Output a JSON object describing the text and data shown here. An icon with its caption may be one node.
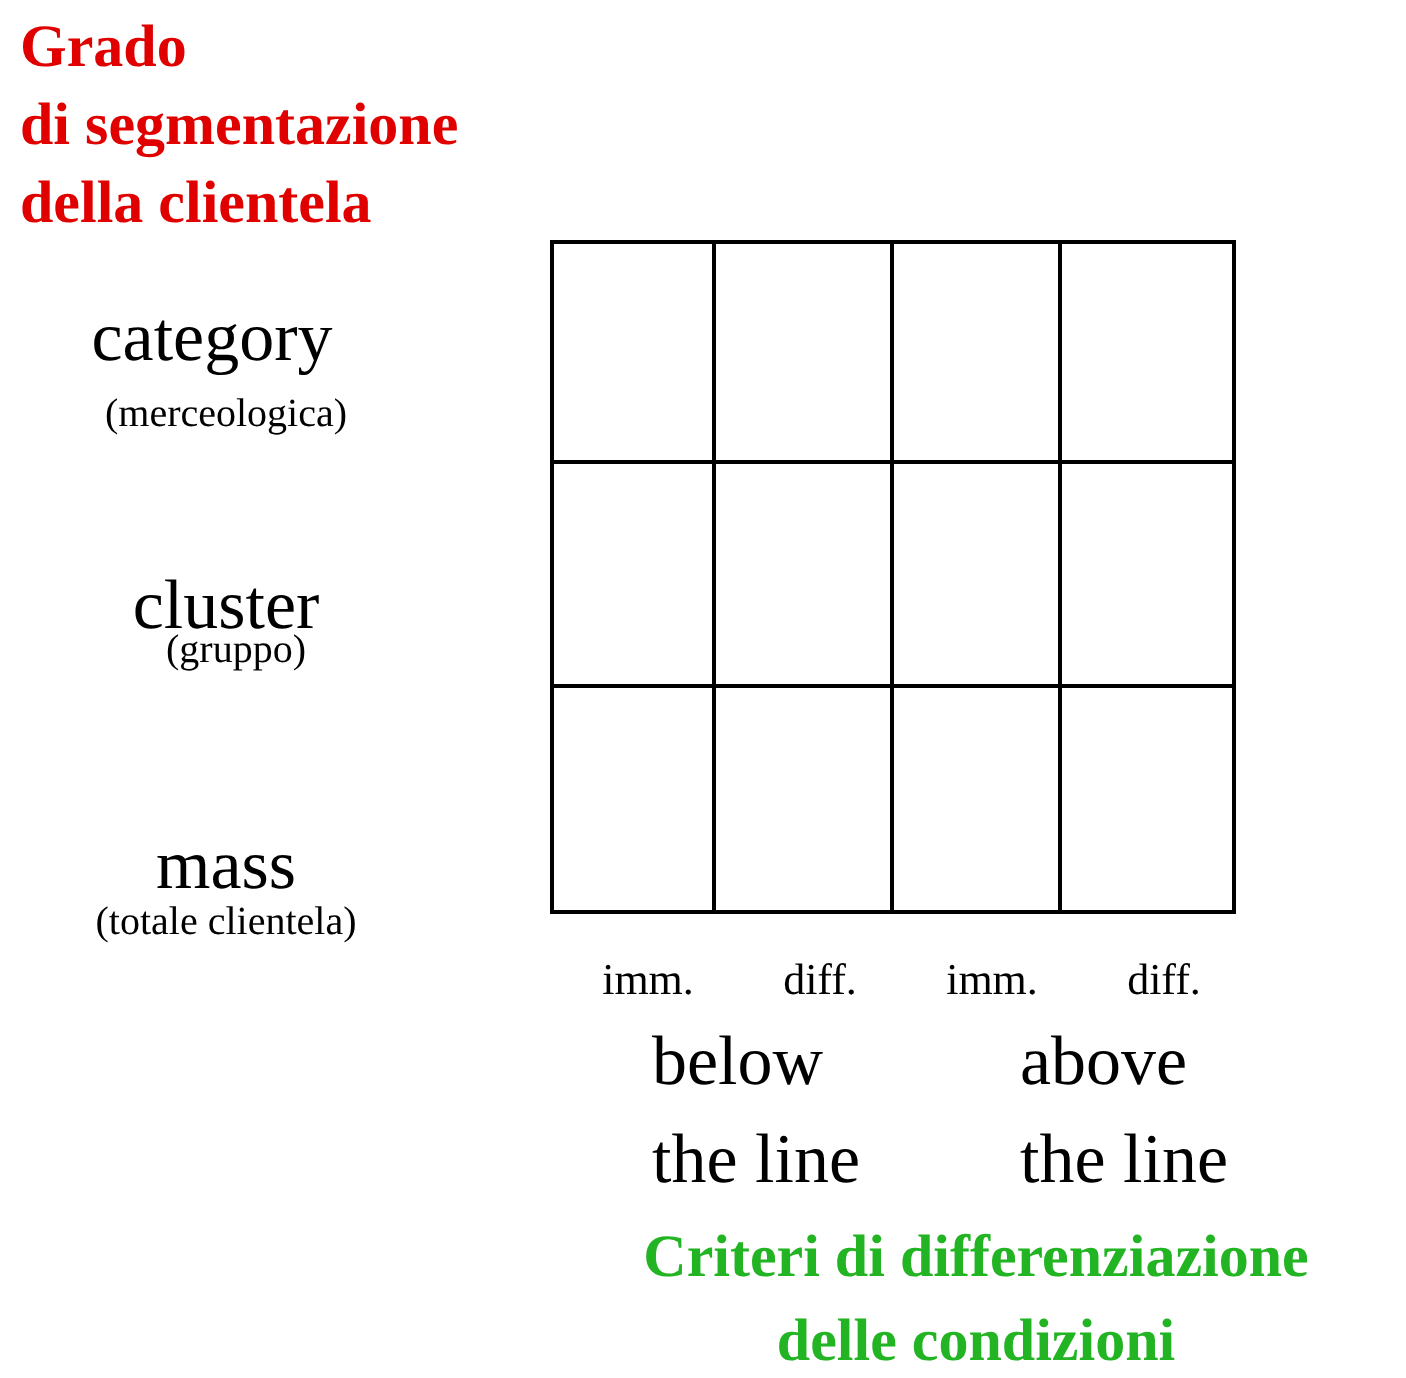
{
  "diagram": {
    "labels": [
      "Grado di segmentazione della clientela",
      "category",
      "(merceologica)",
      "cluster",
      "(gruppo)",
      "mass",
      "(totale clientela)",
      "imm.",
      "diff.",
      "imm.",
      "diff.",
      "below the line",
      "above the line",
      "Criteri di differenziazione delle condizioni"
    ]
  }
}
